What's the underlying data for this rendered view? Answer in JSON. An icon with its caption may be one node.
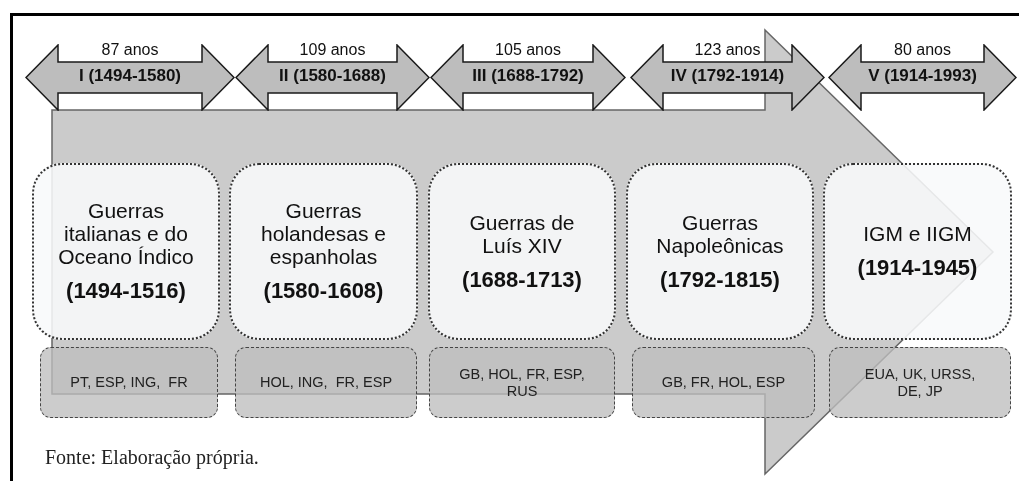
{
  "diagram": {
    "nodes": [
      {
        "text": [
          "87 anos",
          "I (1494-1580)"
        ]
      },
      {
        "text": [
          "109 anos",
          "II (1580-1688)"
        ]
      },
      {
        "text": [
          "105 anos",
          "III (1688-1792)"
        ]
      },
      {
        "text": [
          "123 anos",
          "IV (1792-1914)"
        ]
      },
      {
        "text": [
          "80 anos",
          "V (1914-1993)"
        ]
      },
      {
        "text": [
          "Guerras italianas e do Oceano Índico",
          "(1494-1516)"
        ]
      },
      {
        "text": [
          "Guerras holandesas e espanholas",
          "(1580-1608)"
        ]
      },
      {
        "text": [
          "Guerras de Luís XIV",
          "(1688-1713)"
        ]
      },
      {
        "text": [
          "Guerras Napoleônicas",
          "(1792-1815)"
        ]
      },
      {
        "text": [
          "IGM e IIGM",
          "(1914-1945)"
        ]
      },
      {
        "text": [
          "PT, ESP, ING,  FR"
        ]
      },
      {
        "text": [
          "HOL, ING,  FR, ESP"
        ]
      },
      {
        "text": [
          "GB, HOL, FR, ESP, RUS"
        ]
      },
      {
        "text": [
          "GB, FR, HOL, ESP"
        ]
      },
      {
        "text": [
          "EUA, UK, URSS, DE, JP"
        ]
      }
    ],
    "edges": [
      {
        "from": 5,
        "to": 9,
        "arrow": "to",
        "style": "thick"
      }
    ],
    "labels": [
      "Fonte: Elaboração própria."
    ]
  }
}
